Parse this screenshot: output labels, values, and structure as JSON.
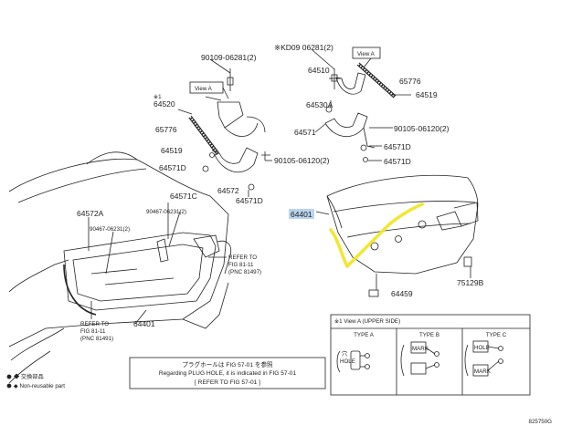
{
  "parts": {
    "p90109_06281_2": "90109-06281(2)",
    "kd_90109_06281_2": "※KD09 06281(2)",
    "view_a_left": "View A",
    "view_a_right": "View A",
    "star1": "※1",
    "p64520": "64520",
    "p64510": "64510",
    "p65776_l": "65776",
    "p65776_r": "65776",
    "p64519_l": "64519",
    "p64519_r": "64519",
    "p64530a": "64530A",
    "p64571_r": "64571",
    "p90105_06120_r": "90105-06120(2)",
    "p64571d_r": "64571D",
    "p64571d_r2": "64571D",
    "p64571d_l": "64571D",
    "p90105_06120_l": "90105-06120(2)",
    "p64572": "64572",
    "p64571d_l2": "64571D",
    "p64571c": "64571C",
    "p64572a": "64572A",
    "p90467_l": "90467-06231(2)",
    "p90467_r": "90467-06231(2)",
    "p64401_hl": "64401",
    "refer_fig_right_1": "REFER TO",
    "refer_fig_right_2": "FIG 81-11",
    "refer_fig_right_3": "(PNC 81497)",
    "refer_fig_left_1": "REFER TO",
    "refer_fig_left_2": "FIG 81-11",
    "refer_fig_left_3": "(PNC 81491)",
    "p64401_bottom": "64401",
    "p75129": "75129B",
    "p64459": "64459",
    "legend_star": "◆ 交換部品",
    "legend_star_en": "◆ Non-reusable part",
    "note_line1": "プラグホールは FIG 57-01 を参照",
    "note_line2": "Regarding PLUG HOLE, it is indicated in FIG 57-01",
    "note_line3": "[ REFER TO FIG 57-01 ]",
    "view_title": "※1 View A (UPPER SIDE)",
    "type_a": "TYPE A",
    "type_b": "TYPE B",
    "type_c": "TYPE C",
    "hole_a": "HOLE",
    "hole_a_jp": "穴",
    "hole_b_mark": "MARK",
    "hole_c_hole": "HOLE",
    "hole_c_mark": "MARK",
    "diagram_id": "825750G"
  },
  "colors": {
    "highlight": "#b9d4ee",
    "marker": "#f0e62a"
  }
}
